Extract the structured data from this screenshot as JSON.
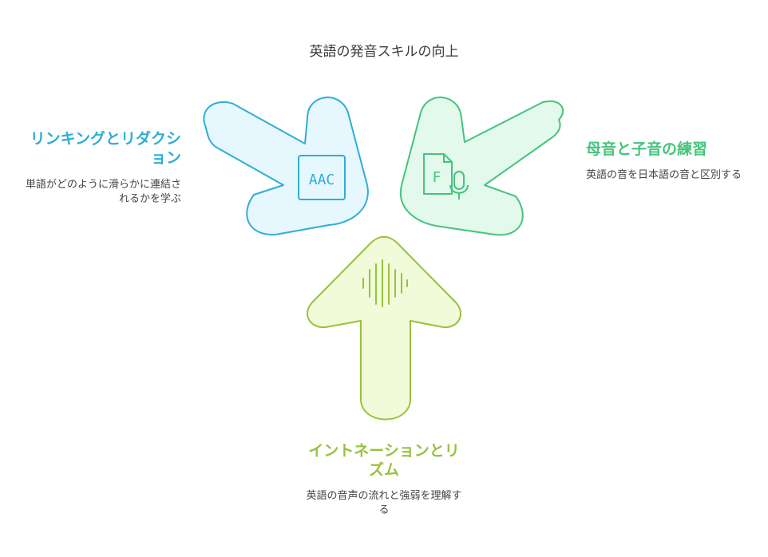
{
  "title": "英語の発音スキルの向上",
  "colors": {
    "left_stroke": "#2eaed6",
    "left_fill": "#e6f7fd",
    "right_stroke": "#45c47c",
    "right_fill": "#e2f9ec",
    "bottom_stroke": "#98c23c",
    "bottom_fill": "#f1fbd9"
  },
  "left": {
    "heading": "リンキングとリダクション",
    "description": "単語がどのように滑らかに連結されるかを学ぶ",
    "icon": "aac-icon",
    "icon_text": "AAC"
  },
  "right": {
    "heading": "母音と子音の練習",
    "description": "英語の音を日本語の音と区別する",
    "icon": "file-microphone-icon",
    "icon_text": "F"
  },
  "bottom": {
    "heading": "イントネーションとリズム",
    "description": "英語の音声の流れと強弱を理解する",
    "icon": "sound-wave-icon"
  }
}
